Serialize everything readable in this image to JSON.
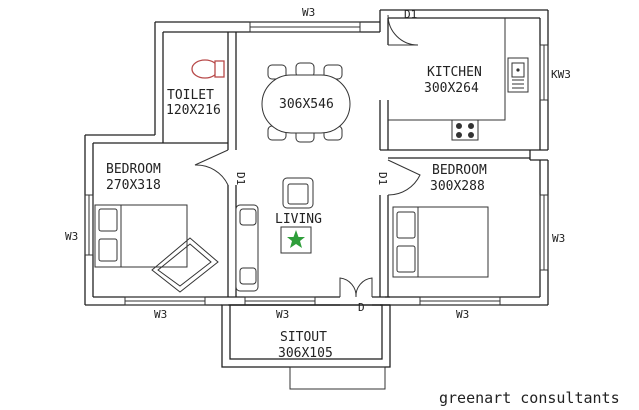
{
  "rooms": {
    "toilet": {
      "name": "TOILET",
      "size": "120X216"
    },
    "dining": {
      "size": "306X546"
    },
    "kitchen": {
      "name": "KITCHEN",
      "size": "300X264"
    },
    "bedroom_left": {
      "name": "BEDROOM",
      "size": "270X318"
    },
    "bedroom_right": {
      "name": "BEDROOM",
      "size": "300X288"
    },
    "living": {
      "name": "LIVING"
    },
    "sitout": {
      "name": "SITOUT",
      "size": "306X105"
    }
  },
  "openings": {
    "d1_top": "D1",
    "d1_left": "D1",
    "d1_right": "D1",
    "main_door": "D",
    "kw3": "KW3",
    "w3_top": "W3",
    "w3_left": "W3",
    "w3_right": "W3",
    "w3_bottom_left": "W3",
    "w3_bottom_mid": "W3",
    "w3_bottom_right": "W3"
  },
  "watermark": "greenart consultants",
  "colors": {
    "wall": "#222222",
    "plant": "#2e9e3a",
    "toilet": "#b84a4a"
  }
}
